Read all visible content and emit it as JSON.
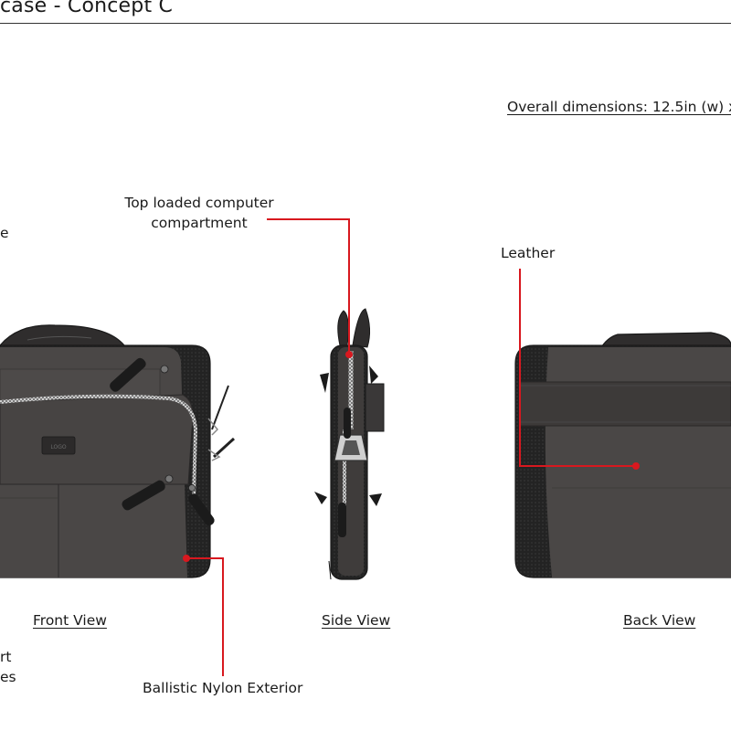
{
  "title": "case - Concept C",
  "dimensions": "Overall dimensions: 12.5in (w) x 8",
  "callouts": {
    "top_loaded_line1": "Top loaded computer",
    "top_loaded_line2": "compartment",
    "leather": "Leather",
    "ballistic": "Ballistic Nylon Exterior",
    "left_edge_1": "e",
    "left_edge_2": "rt",
    "left_edge_3": "es"
  },
  "views": {
    "front": "Front View",
    "side": "Side View",
    "back": "Back View"
  },
  "logo_text": "LOGO",
  "colors": {
    "bag_body": "#4a4746",
    "bag_dark": "#2e2c2b",
    "nylon": "#1f1f1f",
    "callout_red": "#d8181f"
  }
}
